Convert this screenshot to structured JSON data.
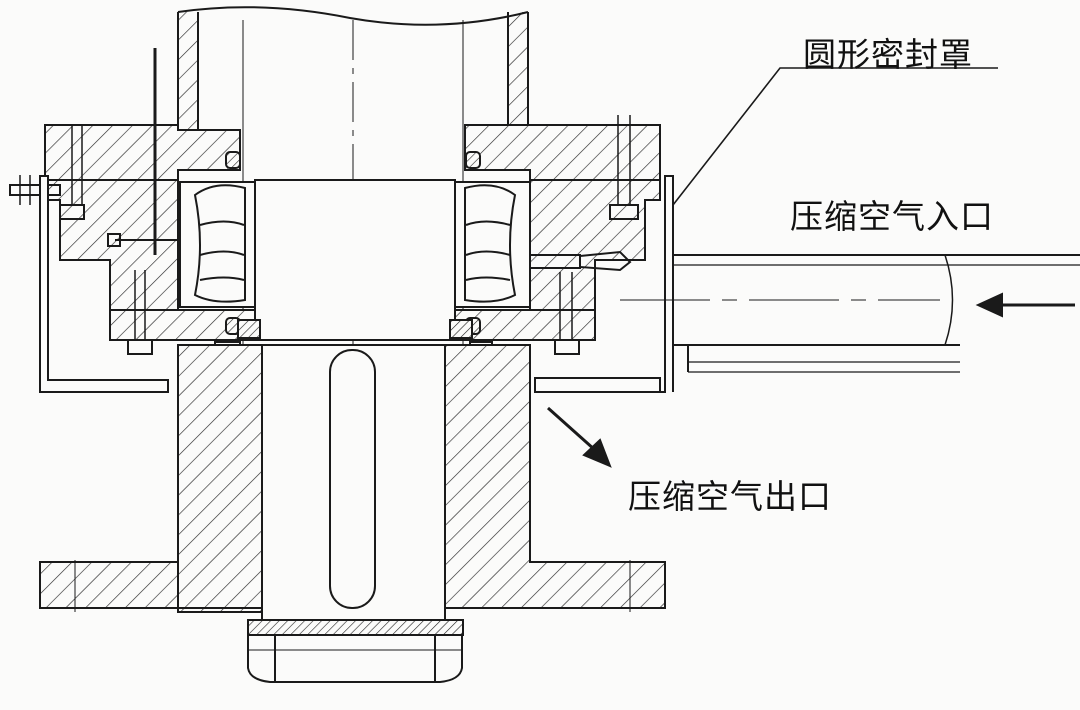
{
  "labels": {
    "cover": "圆形密封罩",
    "inlet": "压缩空气入口",
    "outlet": "压缩空气出口"
  },
  "colors": {
    "line": "#1a1a1a",
    "hatch": "#2a2a2a",
    "background": "#fbfbfa"
  }
}
